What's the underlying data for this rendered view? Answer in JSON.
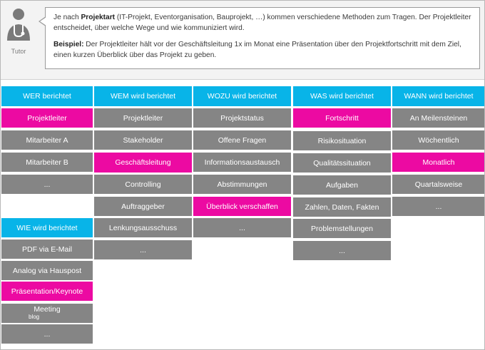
{
  "tutor": {
    "label": "Tutor",
    "icon": "tutor-icon"
  },
  "bubble": {
    "p1_before": "Je nach ",
    "p1_bold": "Projektart",
    "p1_after": " (IT-Projekt, Eventorganisation, Bauprojekt, …) kommen verschiedene Methoden zum Tragen. Der Projektleiter entscheidet, über welche Wege und wie kommuniziert wird.",
    "p2_bold": "Beispiel:",
    "p2_after": " Der Projektleiter hält vor der Geschäftsleitung 1x im Monat eine Präsentation über den Projektfortschritt  mit dem Ziel, einen kurzen  Überblick über das Projekt zu geben."
  },
  "colors": {
    "header_blue": "#08b4e8",
    "cell_gray": "#858585",
    "highlight_pink": "#ec0aa2"
  },
  "columns": [
    {
      "header": "WER berichtet",
      "items": [
        {
          "label": "Projektleiter",
          "highlight": true
        },
        {
          "label": "Mitarbeiter A",
          "highlight": false
        },
        {
          "label": "Mitarbeiter B",
          "highlight": false
        },
        {
          "label": "...",
          "highlight": false
        }
      ]
    },
    {
      "header": "WEM wird berichtet",
      "items": [
        {
          "label": "Projektleiter",
          "highlight": false
        },
        {
          "label": "Stakeholder",
          "highlight": false
        },
        {
          "label": "Geschäftsleitung",
          "highlight": true
        },
        {
          "label": "Controlling",
          "highlight": false
        },
        {
          "label": "Auftraggeber",
          "highlight": false
        },
        {
          "label": "Lenkungsausschuss",
          "highlight": false
        },
        {
          "label": "...",
          "highlight": false
        }
      ]
    },
    {
      "header": "WOZU wird berichtet",
      "items": [
        {
          "label": "Projektstatus",
          "highlight": false
        },
        {
          "label": "Offene Fragen",
          "highlight": false
        },
        {
          "label": "Informationsaustausch",
          "highlight": false
        },
        {
          "label": "Abstimmungen",
          "highlight": false
        },
        {
          "label": "Überblick verschaffen",
          "highlight": true
        },
        {
          "label": "...",
          "highlight": false
        }
      ]
    },
    {
      "header": "WAS wird berichtet",
      "items": [
        {
          "label": "Fortschritt",
          "highlight": true
        },
        {
          "label": "Risikosituation",
          "highlight": false
        },
        {
          "label": "Qualitätssituation",
          "highlight": false
        },
        {
          "label": "Aufgaben",
          "highlight": false
        },
        {
          "label": "Zahlen, Daten, Fakten",
          "highlight": false
        },
        {
          "label": "Problemstellungen",
          "highlight": false
        },
        {
          "label": "...",
          "highlight": false
        }
      ]
    },
    {
      "header": "WANN wird berichtet",
      "items": [
        {
          "label": "An Meilensteinen",
          "highlight": false
        },
        {
          "label": "Wöchentlich",
          "highlight": false
        },
        {
          "label": "Monatlich",
          "highlight": true
        },
        {
          "label": "Quartalsweise",
          "highlight": false
        },
        {
          "label": "...",
          "highlight": false
        }
      ]
    }
  ],
  "wie": {
    "header": "WIE wird berichtet",
    "items": [
      {
        "label": "PDF via E-Mail",
        "highlight": false
      },
      {
        "label": "Analog via Hauspost",
        "highlight": false
      },
      {
        "label": "Präsentation/Keynote",
        "highlight": true
      },
      {
        "label": "Meeting",
        "sublabel": "blog",
        "highlight": false
      },
      {
        "label": "...",
        "highlight": false
      }
    ]
  }
}
